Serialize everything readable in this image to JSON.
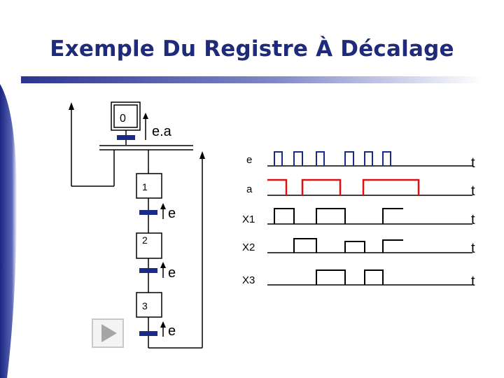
{
  "slide": {
    "title": "Exemple Du Registre À Décalage"
  },
  "grafcet": {
    "initial_step": "0",
    "steps": [
      "1",
      "2",
      "3"
    ],
    "transitions": [
      "e.a",
      "e",
      "e",
      "e"
    ]
  },
  "timing": {
    "signals": [
      "e",
      "a",
      "X1",
      "X2",
      "X3"
    ],
    "time_label": "t"
  },
  "colors": {
    "title": "#1f2a78",
    "accent_bar": "#2a3590",
    "signal_a": "#e01010",
    "signal_e": "#1a2a88",
    "line": "#000000",
    "transition_bar": "#1a2a88"
  },
  "controls": {
    "play_icon": "play-icon"
  }
}
